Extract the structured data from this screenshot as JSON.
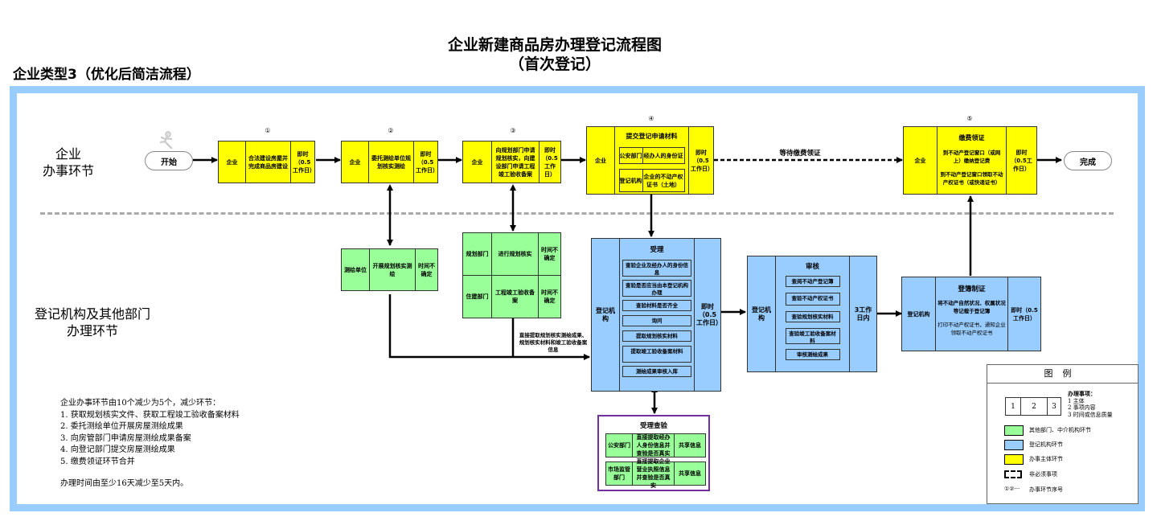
{
  "header": {
    "title_line1": "企业新建商品房办理登记流程图",
    "title_line2": "（首次登记）",
    "enterprise_type": "企业类型3（优化后简洁流程）"
  },
  "colors": {
    "frame": "#99ccff",
    "enterprise_step": "#ffff00",
    "registry_step": "#99ccff",
    "other_dept_step": "#99ff99",
    "optional_border": "#7030a0",
    "divider": "#aaaaaa"
  },
  "lanes": {
    "enterprise": {
      "line1": "企业",
      "line2": "办事环节"
    },
    "registry": {
      "line1": "登记机构及其他部门",
      "line2": "办理环节"
    }
  },
  "terminals": {
    "start": "开始",
    "end": "完成"
  },
  "enterprise_steps": [
    {
      "number": "①",
      "actor": "企业",
      "content": "合法建设房屋并完成商品房建设",
      "time": "即时（0.5工作日）"
    },
    {
      "number": "②",
      "actor": "企业",
      "content": "委托测绘单位规划核实测绘",
      "time": "即时（0.5工作日）"
    },
    {
      "number": "③",
      "actor": "企业",
      "content": "向规划部门申请规划核实，向建设部门申请工程竣工验收备案",
      "time": "即时（0.5工作日）"
    },
    {
      "number": "④",
      "actor": "企业",
      "title": "提交登记申请材料",
      "time": "即时（0.5工作日）",
      "rows": [
        {
          "dept": "公安部门",
          "item": "经办人的身份证"
        },
        {
          "dept": "登记机构",
          "item": "企业的不动产权证书（土地）"
        }
      ]
    },
    {
      "number": "⑤",
      "actor": "企业",
      "title": "缴费领证",
      "time": "即时（0.5工作日）",
      "lines": [
        "到不动产登记窗口（或网上）缴纳登记费",
        "到不动产登记窗口领取不动产权证书（或快递证书）"
      ]
    }
  ],
  "wait_label": "等待缴费领证",
  "other_dept_steps": [
    {
      "actor": "测绘单位",
      "content": "开展规划核实测绘",
      "time": "时间不确定"
    },
    {
      "actor": "规划部门",
      "content": "进行规划核实",
      "time": "时间不确定"
    },
    {
      "actor": "住建部门",
      "content": "工程竣工验收备案",
      "time": "时间不确定"
    }
  ],
  "direct_fetch_note": "直接提取规划核实测绘成果、规划核实材料和竣工验收备案信息",
  "acceptance": {
    "actor": "登记机构",
    "title": "受理",
    "time": "即时（0.5工作日）",
    "items": [
      "查验企业及经办人的身份信息",
      "查验是否应当由本登记机构办理",
      "查验材料是否齐全",
      "询问",
      "提取规划核实材料",
      "提取竣工验收备案材料",
      "测绘成果审核入库"
    ]
  },
  "review": {
    "actor": "登记机构",
    "title": "审核",
    "time": "3工作日内",
    "items": [
      "查阅不动产登记簿",
      "查验不动产权证书",
      "查验规划核实材料",
      "查验竣工验收备案材料",
      "审核测绘成果"
    ]
  },
  "registration": {
    "actor": "登记机构",
    "title": "登簿制证",
    "time": "即时（0.5工作日）",
    "lines": [
      "将不动产自然状况、权属状况等记载于登记簿",
      "打印不动产权证书，通知企业领取不动产权证书"
    ]
  },
  "acceptance_check": {
    "title": "受理查验",
    "rows": [
      {
        "dept": "公安部门",
        "content": "直接提取经办人身份信息并查验是否真实",
        "mode": "共享信息"
      },
      {
        "dept": "市场监管部门",
        "content": "直接提取企业营业执照信息并查验是否真实",
        "mode": "共享信息"
      }
    ]
  },
  "notes": {
    "lines": [
      "企业办事环节由10个减少为5个，减少环节：",
      "1. 获取规划核实文件、获取工程竣工验收备案材料",
      "2. 委托测绘单位开展房屋测绘成果",
      "3. 向房管部门申请房屋测绘成果备案",
      "4. 向登记部门提交房屋测绘成果",
      "5. 缴费领证环节合并"
    ],
    "summary": "办理时间由至少16天减少至5天内。"
  },
  "legend": {
    "title": "图例",
    "sample_cells": [
      "1",
      "2",
      "3"
    ],
    "matters_title": "办理事项：",
    "matters": [
      "1 主体",
      "2 事项内容",
      "3 时间或信息质量"
    ],
    "items": [
      {
        "swatch": "green",
        "label": "其他部门、中介机构环节"
      },
      {
        "swatch": "blue",
        "label": "登记机构环节"
      },
      {
        "swatch": "yellow",
        "label": "办事主体环节"
      }
    ],
    "optional_label": "非必须事项",
    "sequence_symbol": "①②···",
    "sequence_label": "办事环节序号"
  }
}
